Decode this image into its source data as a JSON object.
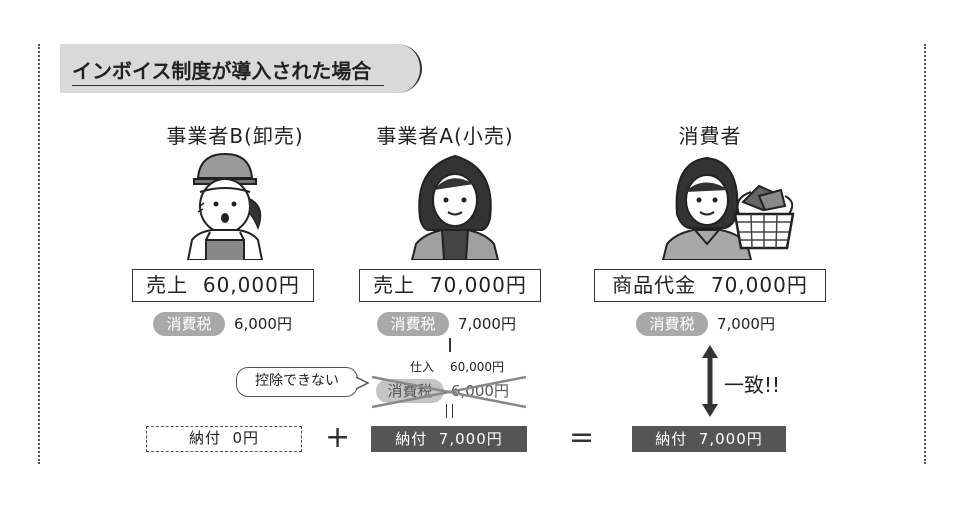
{
  "title": "インボイス制度が導入された場合",
  "actors": {
    "b": {
      "name": "事業者B(卸売)",
      "box_label": "売上",
      "box_value": "60,000円",
      "tax_label": "消費税",
      "tax_value": "6,000円",
      "payment_label": "納付",
      "payment_value": "0円"
    },
    "a": {
      "name": "事業者A(小売)",
      "box_label": "売上",
      "box_value": "70,000円",
      "tax_label": "消費税",
      "tax_value": "7,000円",
      "purchase_label": "仕入",
      "purchase_value": "60,000円",
      "deduct_tax_label": "消費税",
      "deduct_tax_value": "6,000円",
      "payment_label": "納付",
      "payment_value": "7,000円"
    },
    "consumer": {
      "name": "消費者",
      "box_label": "商品代金",
      "box_value": "70,000円",
      "tax_label": "消費税",
      "tax_value": "7,000円",
      "payment_label": "納付",
      "payment_value": "7,000円"
    }
  },
  "bubble_text": "控除できない",
  "match_text": "一致!!",
  "operators": {
    "plus": "+",
    "equals": "="
  },
  "colors": {
    "pill": "#a9a9a9",
    "dark_box": "#555555",
    "title_band": "#d9d9d9"
  }
}
